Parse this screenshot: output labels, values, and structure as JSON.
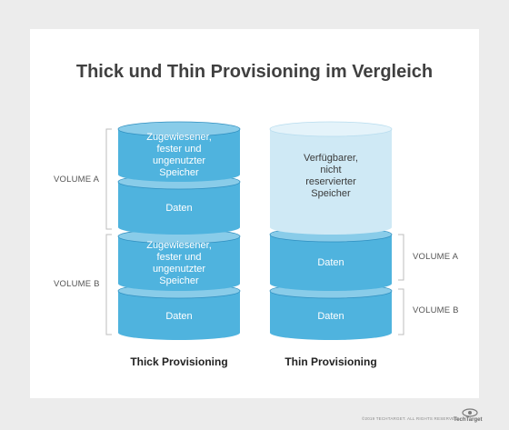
{
  "title": "Thick und Thin Provisioning im Vergleich",
  "thick": {
    "caption": "Thick Provisioning",
    "segments": {
      "allocated_a": "Zugewiesener,\nfester und\nungenutzter\nSpeicher",
      "data_a": "Daten",
      "allocated_b": "Zugewiesener,\nfester und\nungenutzter\nSpeicher",
      "data_b": "Daten"
    },
    "volume_a": "VOLUME A",
    "volume_b": "VOLUME B"
  },
  "thin": {
    "caption": "Thin Provisioning",
    "segments": {
      "available": "Verfügbarer,\nnicht\nreservierter\nSpeicher",
      "data_a": "Daten",
      "data_b": "Daten"
    },
    "volume_a": "VOLUME A",
    "volume_b": "VOLUME B"
  },
  "colors": {
    "segment": "#4fb3de",
    "segment_top": "#89cce9",
    "segment_edge": "#2f8fc0",
    "empty": "#cfe9f5",
    "empty_top": "#e4f3fa",
    "bracket": "#bdbdbd"
  },
  "footer": {
    "copyright": "©2019 TECHTARGET. ALL RIGHTS RESERVED",
    "brand": "TechTarget"
  }
}
